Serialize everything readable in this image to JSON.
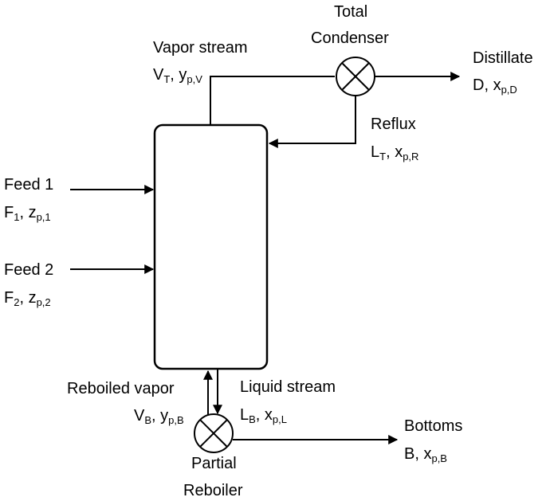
{
  "condenser": {
    "title_line1": "Total",
    "title_line2": "Condenser"
  },
  "reboiler": {
    "title_line1": "Partial",
    "title_line2": "Reboiler"
  },
  "streams": {
    "vapor": {
      "name": "Vapor stream",
      "v": "V",
      "v_sub": "T",
      "y": ", y",
      "y_sub": "p,V"
    },
    "distillate": {
      "name": "Distillate",
      "v": "D",
      "x": ", x",
      "x_sub": "p,D"
    },
    "reflux": {
      "name": "Reflux",
      "v": "L",
      "v_sub": "T",
      "x": ", x",
      "x_sub": "p,R"
    },
    "feed1": {
      "name": "Feed 1",
      "v": "F",
      "v_sub": "1",
      "z": ", z",
      "z_sub": "p,1"
    },
    "feed2": {
      "name": "Feed 2",
      "v": "F",
      "v_sub": "2",
      "z": ", z",
      "z_sub": "p,2"
    },
    "reboiled": {
      "name": "Reboiled vapor",
      "v": "V",
      "v_sub": "B",
      "y": ", y",
      "y_sub": "p,B"
    },
    "liquid": {
      "name": "Liquid stream",
      "v": "L",
      "v_sub": "B",
      "x": ", x",
      "x_sub": "p,L"
    },
    "bottoms": {
      "name": "Bottoms",
      "v": "B",
      "x": ", x",
      "x_sub": "p,B"
    }
  }
}
